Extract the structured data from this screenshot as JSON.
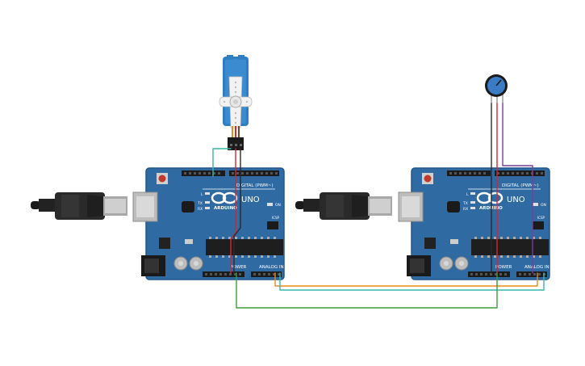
{
  "boards": [
    {
      "digital_label": "DIGITAL (PWM~)",
      "model": "UNO",
      "brand": "ARDUINO",
      "power_label": "POWER",
      "analog_label": "ANALOG IN",
      "on_label": "ON",
      "tx_label": "TX",
      "rx_label": "RX",
      "l_label": "L",
      "icsp_label": "ICSP"
    },
    {
      "digital_label": "DIGITAL (PWM~)",
      "model": "UNO",
      "brand": "ARDUINO",
      "power_label": "POWER",
      "analog_label": "ANALOG IN",
      "on_label": "ON",
      "tx_label": "TX",
      "rx_label": "RX",
      "l_label": "L",
      "icsp_label": "ICSP"
    }
  ],
  "components": [
    "servo-motor",
    "potentiometer",
    "usb-cable-1",
    "usb-cable-2"
  ],
  "colors": {
    "board": "#2f6aa3",
    "board_dark": "#23578a",
    "header": "#1b1b1b",
    "chip": "#1e1e1e",
    "wire_teal": "#36b7a9",
    "wire_red": "#d7262e",
    "wire_black": "#2a2a2a",
    "wire_orange": "#e88a1c",
    "wire_purple": "#7d3c98",
    "wire_green": "#3a9d3a",
    "servo": "#2f7ec2",
    "pot": "#3a7cc4"
  }
}
